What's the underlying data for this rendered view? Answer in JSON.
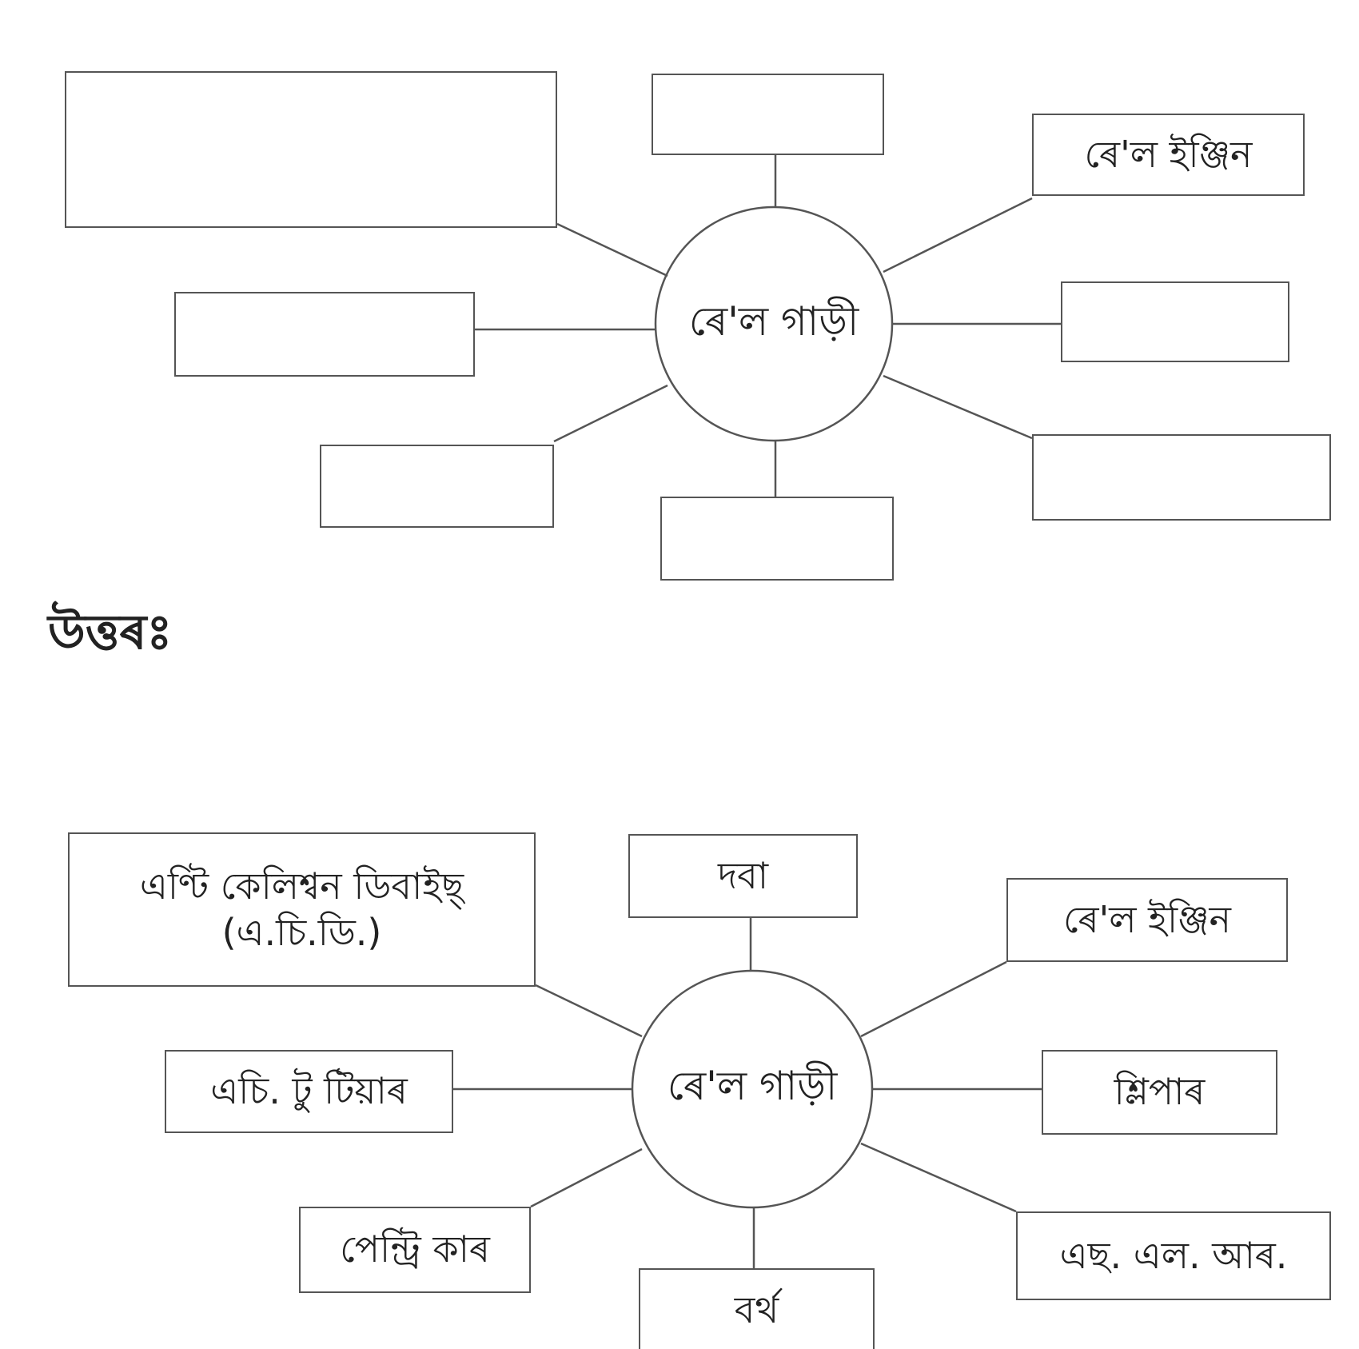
{
  "question": {
    "center": "ৰে'ল গাড়ী",
    "boxes": [
      "",
      "",
      "ৰে'ল ইঞ্জিন",
      "",
      "",
      "",
      "",
      ""
    ]
  },
  "answer_label": "উত্তৰঃ",
  "answer": {
    "center": "ৰে'ল গাড়ী",
    "boxes": [
      "এণ্টি কেলিশ্বন ডিবাইছ্ (এ.চি.ডি.)",
      "দবা",
      "ৰে'ল ইঞ্জিন",
      "এচি. টু টিয়াৰ",
      "শ্লিপাৰ",
      "পেন্ট্ৰি কাৰ",
      "বৰ্থ",
      "এছ. এল. আৰ."
    ]
  }
}
